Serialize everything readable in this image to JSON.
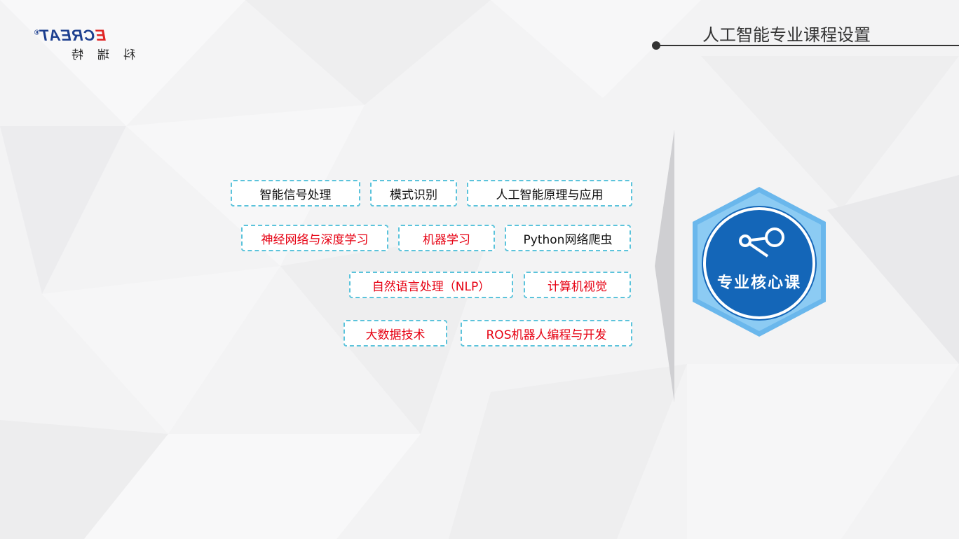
{
  "logo": {
    "brand_main": "CREAT",
    "brand_accent": "E",
    "brand_mark": "®",
    "chinese": "科瑞特"
  },
  "header": {
    "title": "人工智能专业课程设置"
  },
  "core": {
    "label": "专业核心课",
    "icon": "share-nodes-icon",
    "accent": "#1466b8",
    "hex_color": "#6ab7ec"
  },
  "colors": {
    "black_text": "#111111",
    "red_text": "#e60012",
    "tag_border": "#5bc3db"
  },
  "courses": {
    "row1": [
      "人工智能原理与应用",
      "模式识别",
      "智能信号处理"
    ],
    "row2": [
      "Python网络爬虫",
      "机器学习",
      "神经网络与深度学习"
    ],
    "row3": [
      "计算机视觉",
      "自然语言处理（NLP）"
    ],
    "row4": [
      "ROS机器人编程与开发",
      "大数据技术"
    ]
  }
}
